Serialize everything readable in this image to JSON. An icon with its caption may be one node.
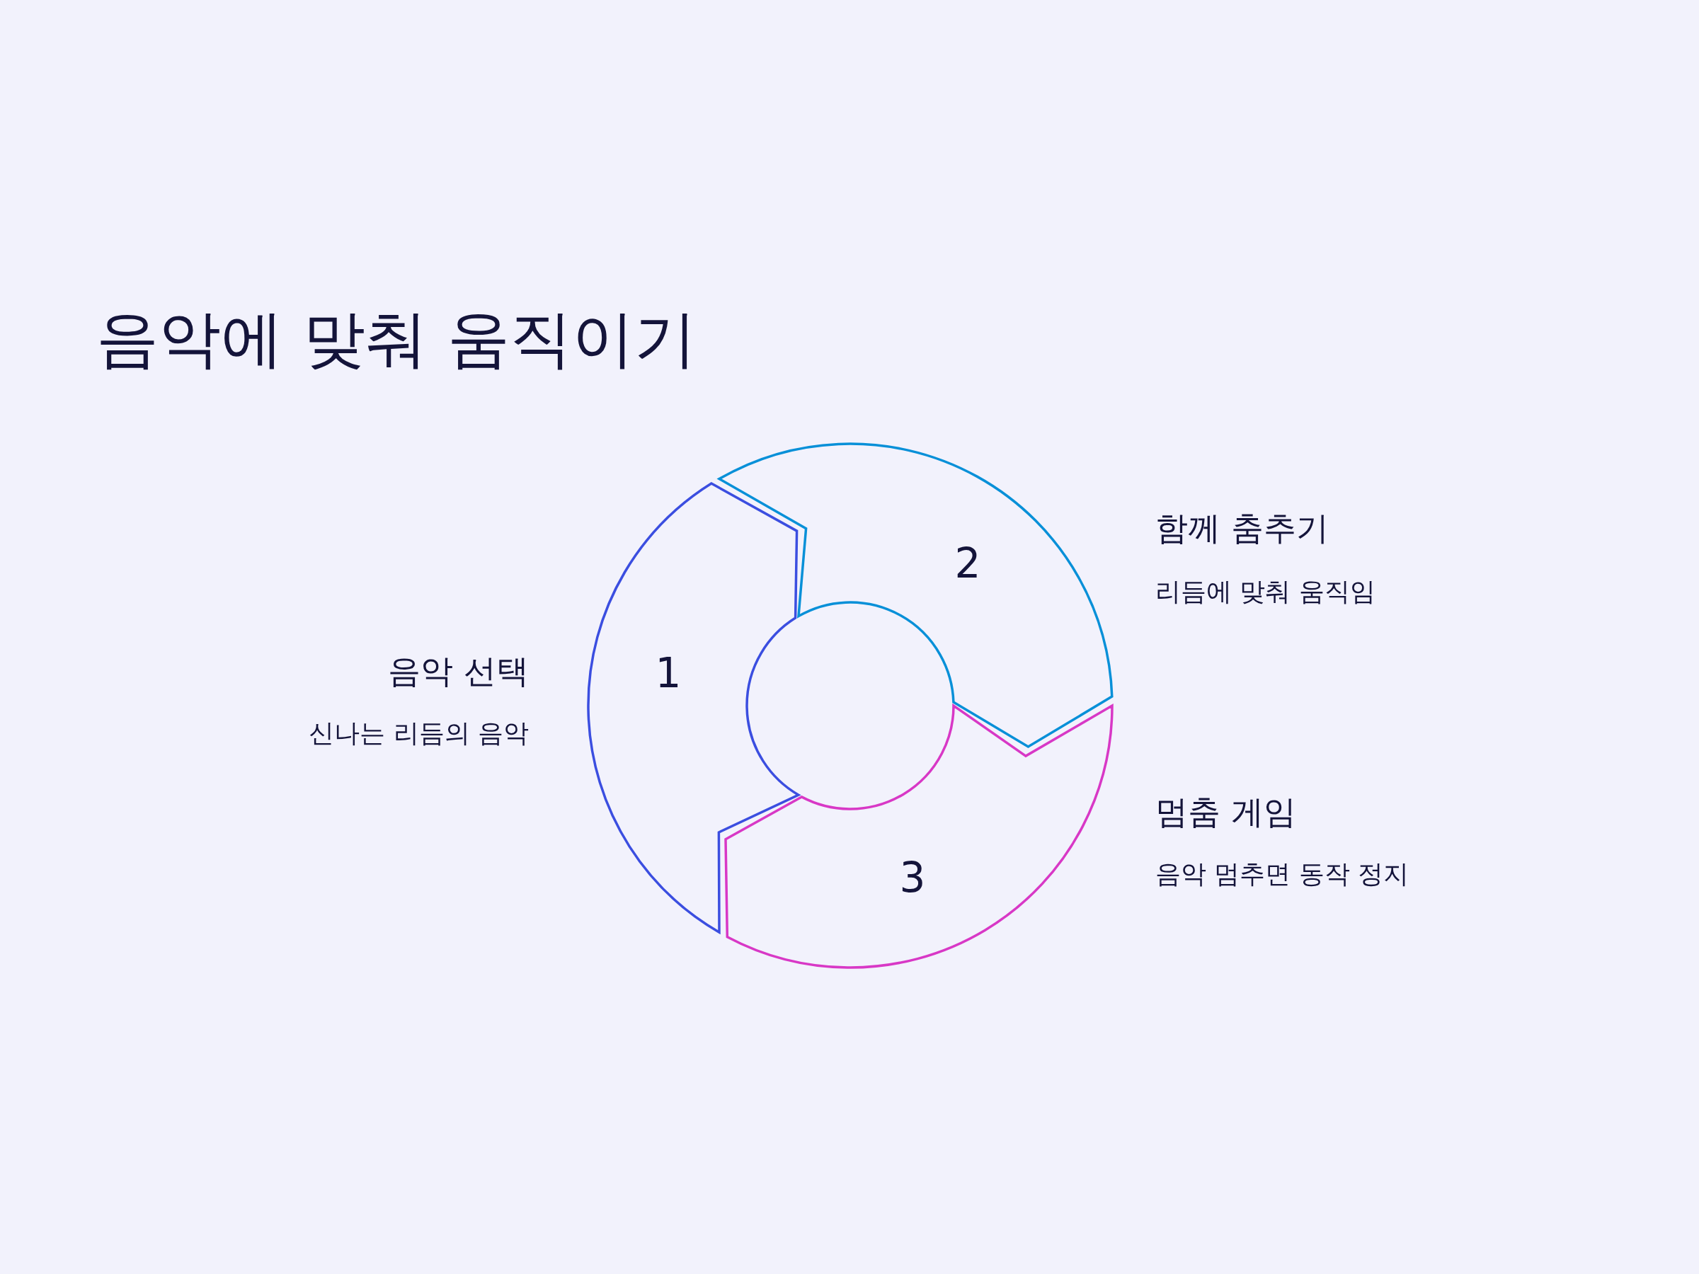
{
  "diagram": {
    "title": "음악에 맞춰 움직이기",
    "nodes": [
      {
        "text": [
          "1"
        ],
        "beside": [
          "음악 선택",
          "신나는 리듬의 음악"
        ]
      },
      {
        "text": [
          "2"
        ],
        "beside": [
          "함께 춤추기",
          "리듬에 맞춰 움직임"
        ]
      },
      {
        "text": [
          "3"
        ],
        "beside": [
          "멈춤 게임",
          "음악 멈추면 동작 정지"
        ]
      }
    ]
  }
}
